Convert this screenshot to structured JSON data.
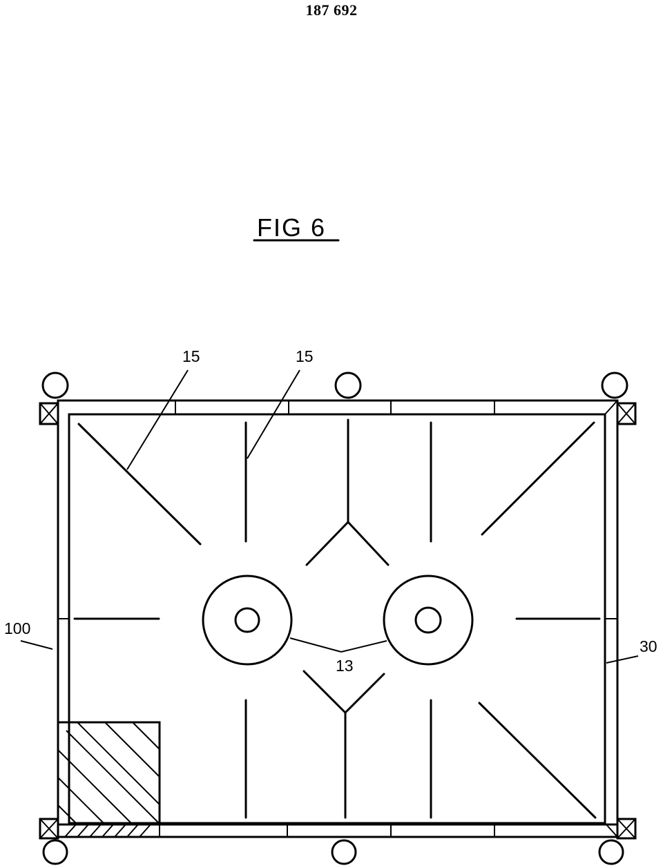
{
  "header": {
    "doc_number": "187 692"
  },
  "figure": {
    "title": "FIG 6",
    "labels": {
      "ref_15_left": "15",
      "ref_15_right": "15",
      "ref_100": "100",
      "ref_30": "30",
      "ref_13": "13"
    }
  }
}
